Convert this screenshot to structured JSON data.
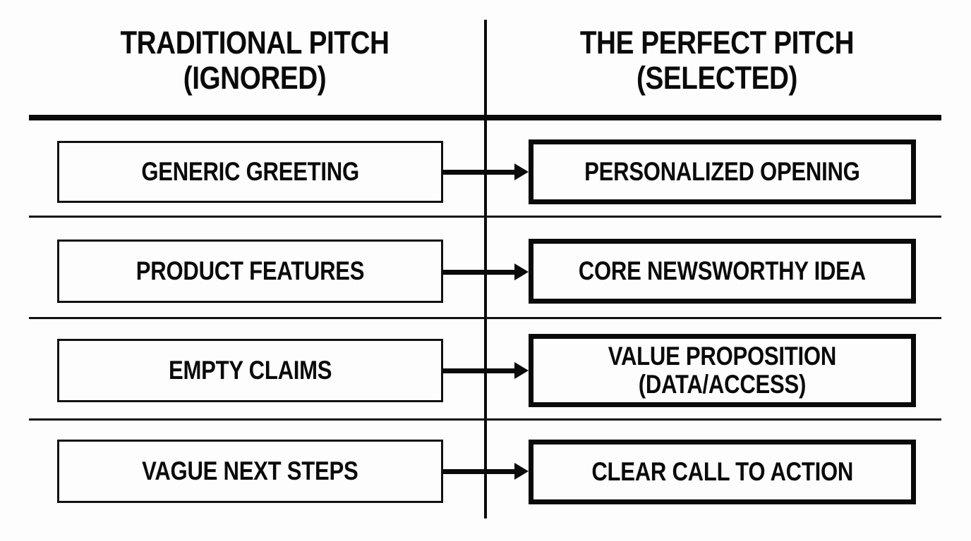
{
  "background_color": "#fdfdfd",
  "ink_color": "#0a0a0a",
  "columns": {
    "left": {
      "title_line1": "TRADITIONAL PITCH",
      "title_line2": "(IGNORED)"
    },
    "right": {
      "title_line1": "THE PERFECT PITCH",
      "title_line2": "(SELECTED)"
    }
  },
  "rows": [
    {
      "left_label": "GENERIC GREETING",
      "right_label_line1": "PERSONALIZED OPENING",
      "right_label_line2": "",
      "arrow_icon": "right-arrow-icon"
    },
    {
      "left_label": "PRODUCT FEATURES",
      "right_label_line1": "CORE NEWSWORTHY IDEA",
      "right_label_line2": "",
      "arrow_icon": "right-arrow-icon"
    },
    {
      "left_label": "EMPTY CLAIMS",
      "right_label_line1": "VALUE PROPOSITION",
      "right_label_line2": "(DATA/ACCESS)",
      "arrow_icon": "right-arrow-icon"
    },
    {
      "left_label": "VAGUE NEXT STEPS",
      "right_label_line1": "CLEAR CALL TO ACTION",
      "right_label_line2": "",
      "arrow_icon": "right-arrow-icon"
    }
  ]
}
